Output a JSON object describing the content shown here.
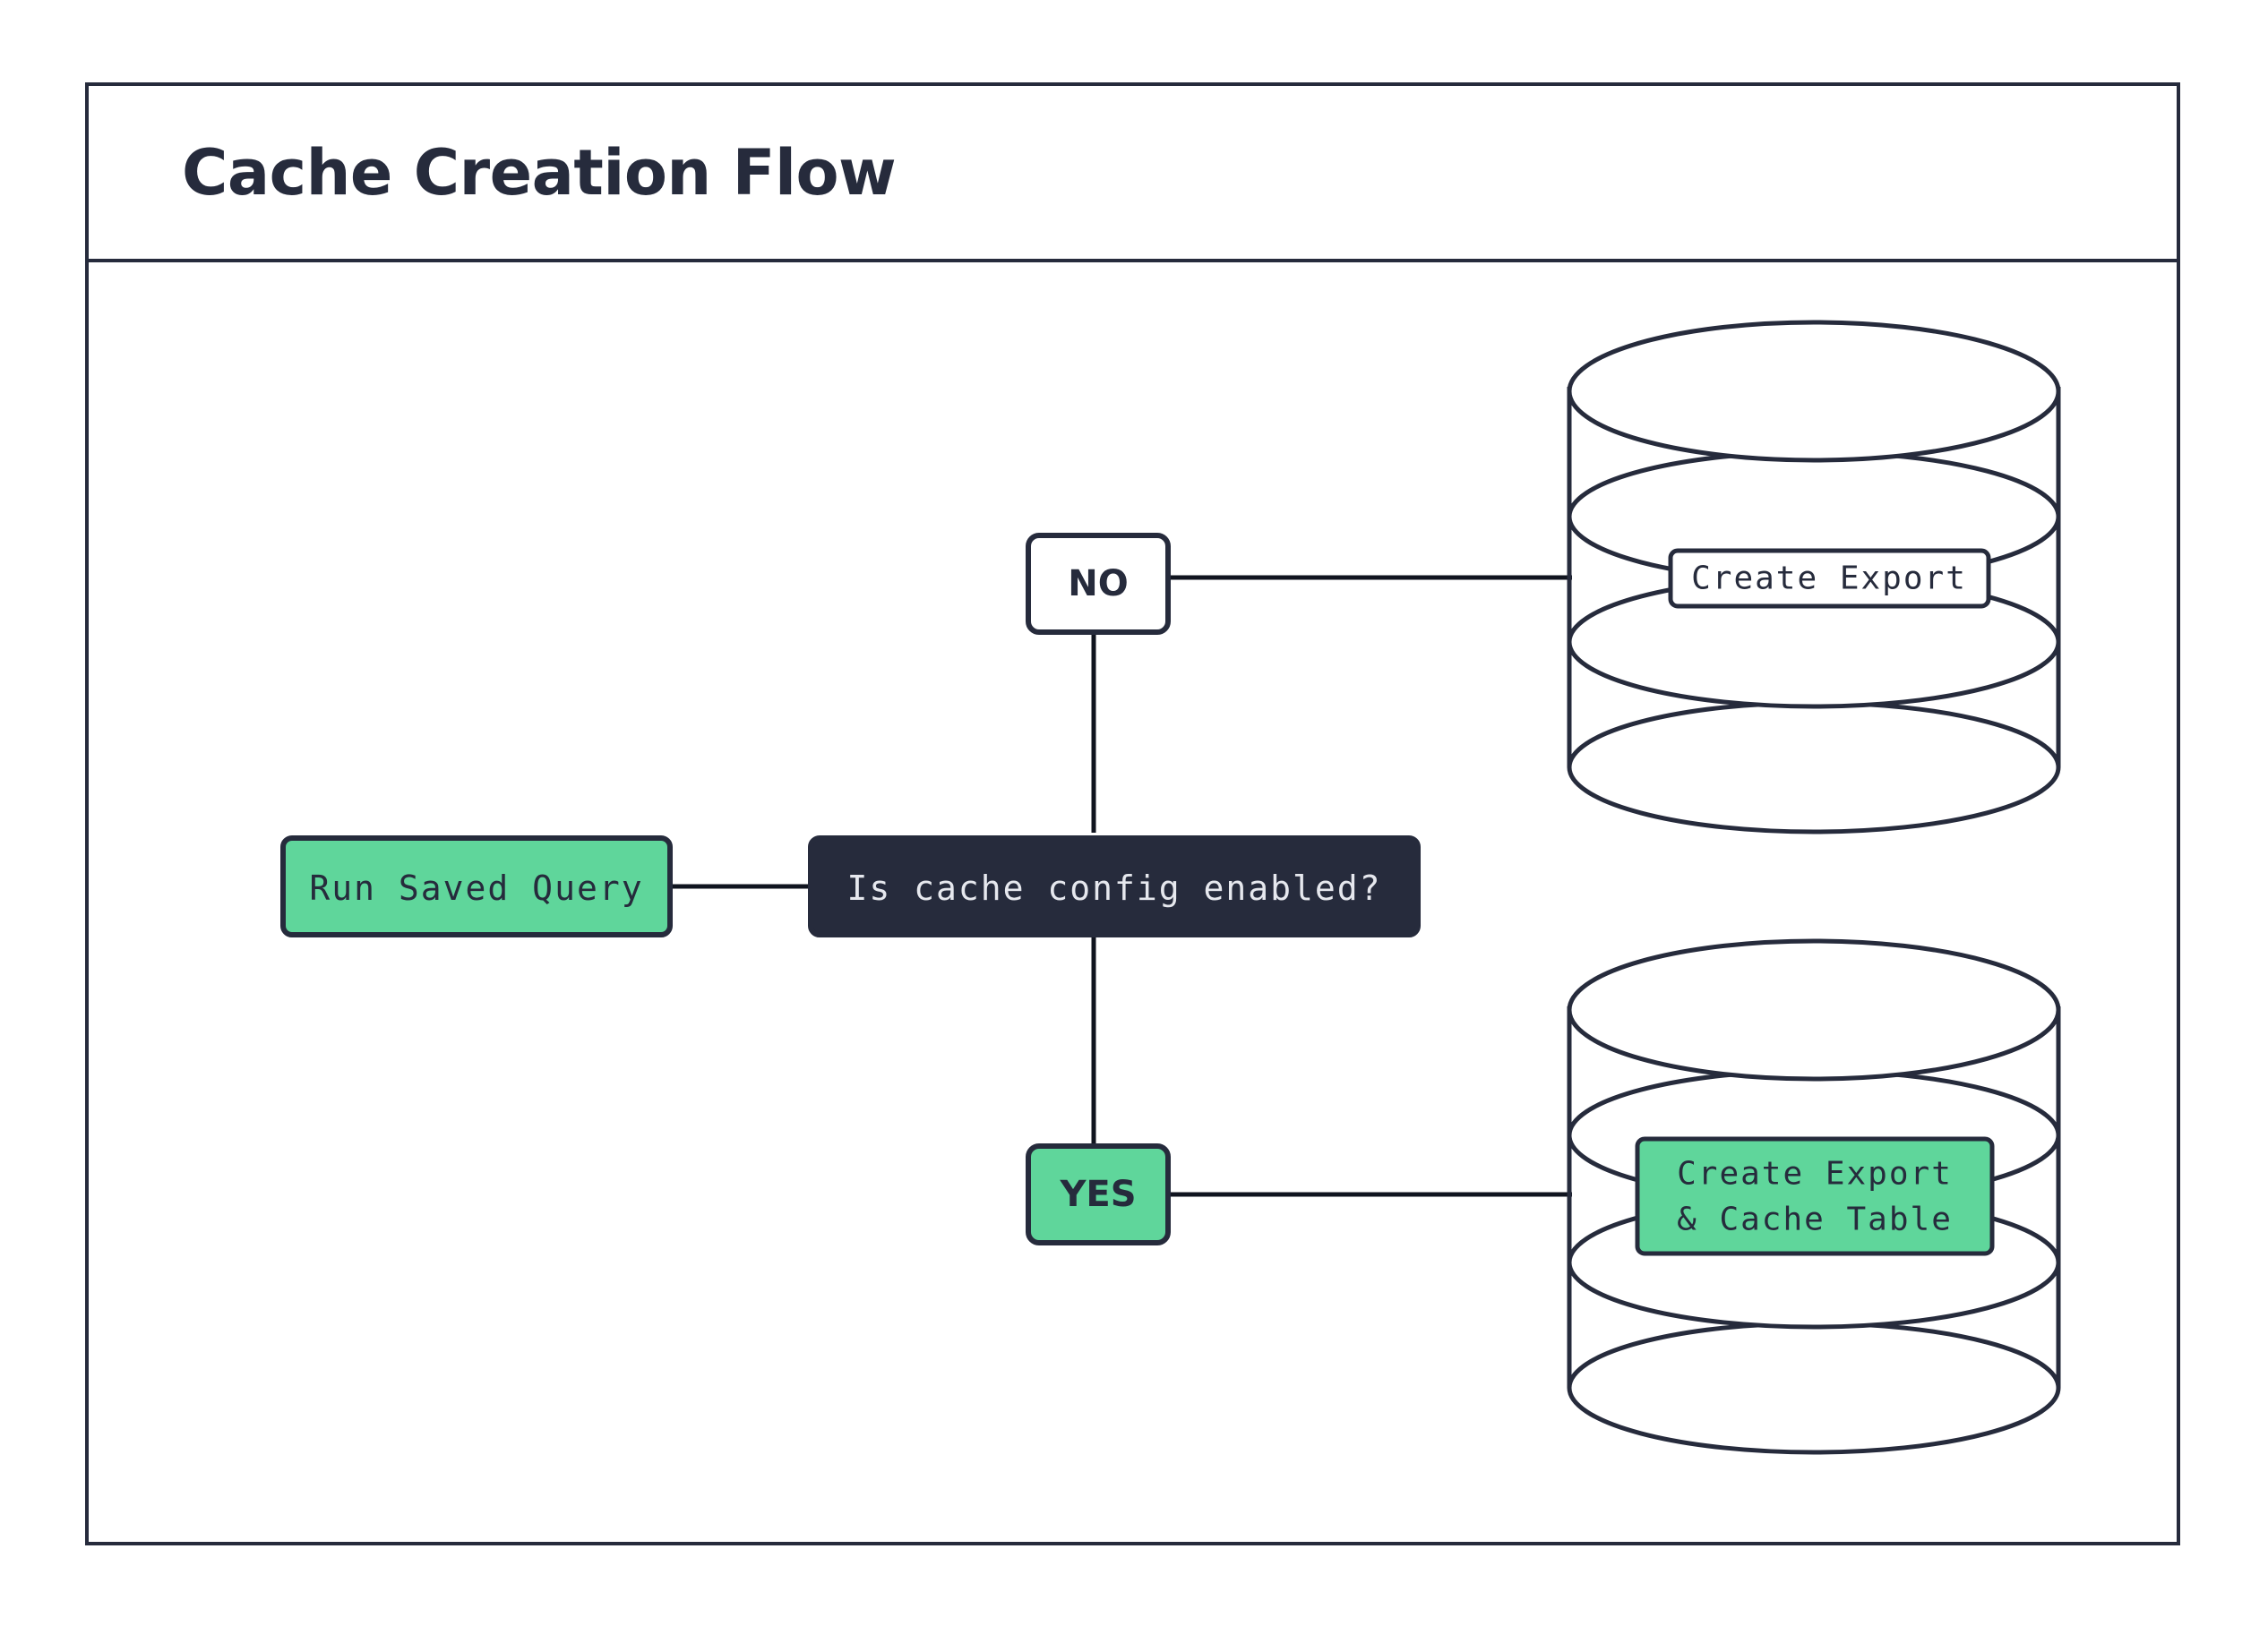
{
  "diagram": {
    "title": "Cache Creation Flow",
    "type": "flowchart",
    "colors": {
      "stroke": "#262b3c",
      "green": "#5fd69b",
      "dark_fill": "#262b3c",
      "white_fill": "#ffffff",
      "dark_text": "#262b3c",
      "light_text": "#e6e8ee",
      "background": "#ffffff"
    },
    "nodes": [
      {
        "id": "run-saved-query",
        "label": "Run Saved Query",
        "shape": "rounded-rect",
        "fill": "green",
        "text_color": "#262b3c"
      },
      {
        "id": "is-cache-config-enabled",
        "label": "Is cache config enabled?",
        "shape": "rounded-rect",
        "fill": "dark",
        "text_color": "#e6e8ee"
      },
      {
        "id": "branch-no",
        "label": "NO",
        "shape": "rounded-rect",
        "fill": "white",
        "text_color": "#262b3c"
      },
      {
        "id": "branch-yes",
        "label": "YES",
        "shape": "rounded-rect",
        "fill": "green",
        "text_color": "#262b3c"
      },
      {
        "id": "create-export-db",
        "label": "Create Export",
        "shape": "database-cylinder",
        "fill": "white",
        "text_color": "#262b3c"
      },
      {
        "id": "create-export-cache-db",
        "label_line1": "Create Export",
        "label_line2": "& Cache Table",
        "shape": "database-cylinder",
        "fill": "green",
        "text_color": "#262b3c"
      }
    ],
    "edges": [
      {
        "from": "run-saved-query",
        "to": "is-cache-config-enabled"
      },
      {
        "from": "is-cache-config-enabled",
        "to": "branch-no"
      },
      {
        "from": "is-cache-config-enabled",
        "to": "branch-yes"
      },
      {
        "from": "branch-no",
        "to": "create-export-db"
      },
      {
        "from": "branch-yes",
        "to": "create-export-cache-db"
      }
    ]
  }
}
